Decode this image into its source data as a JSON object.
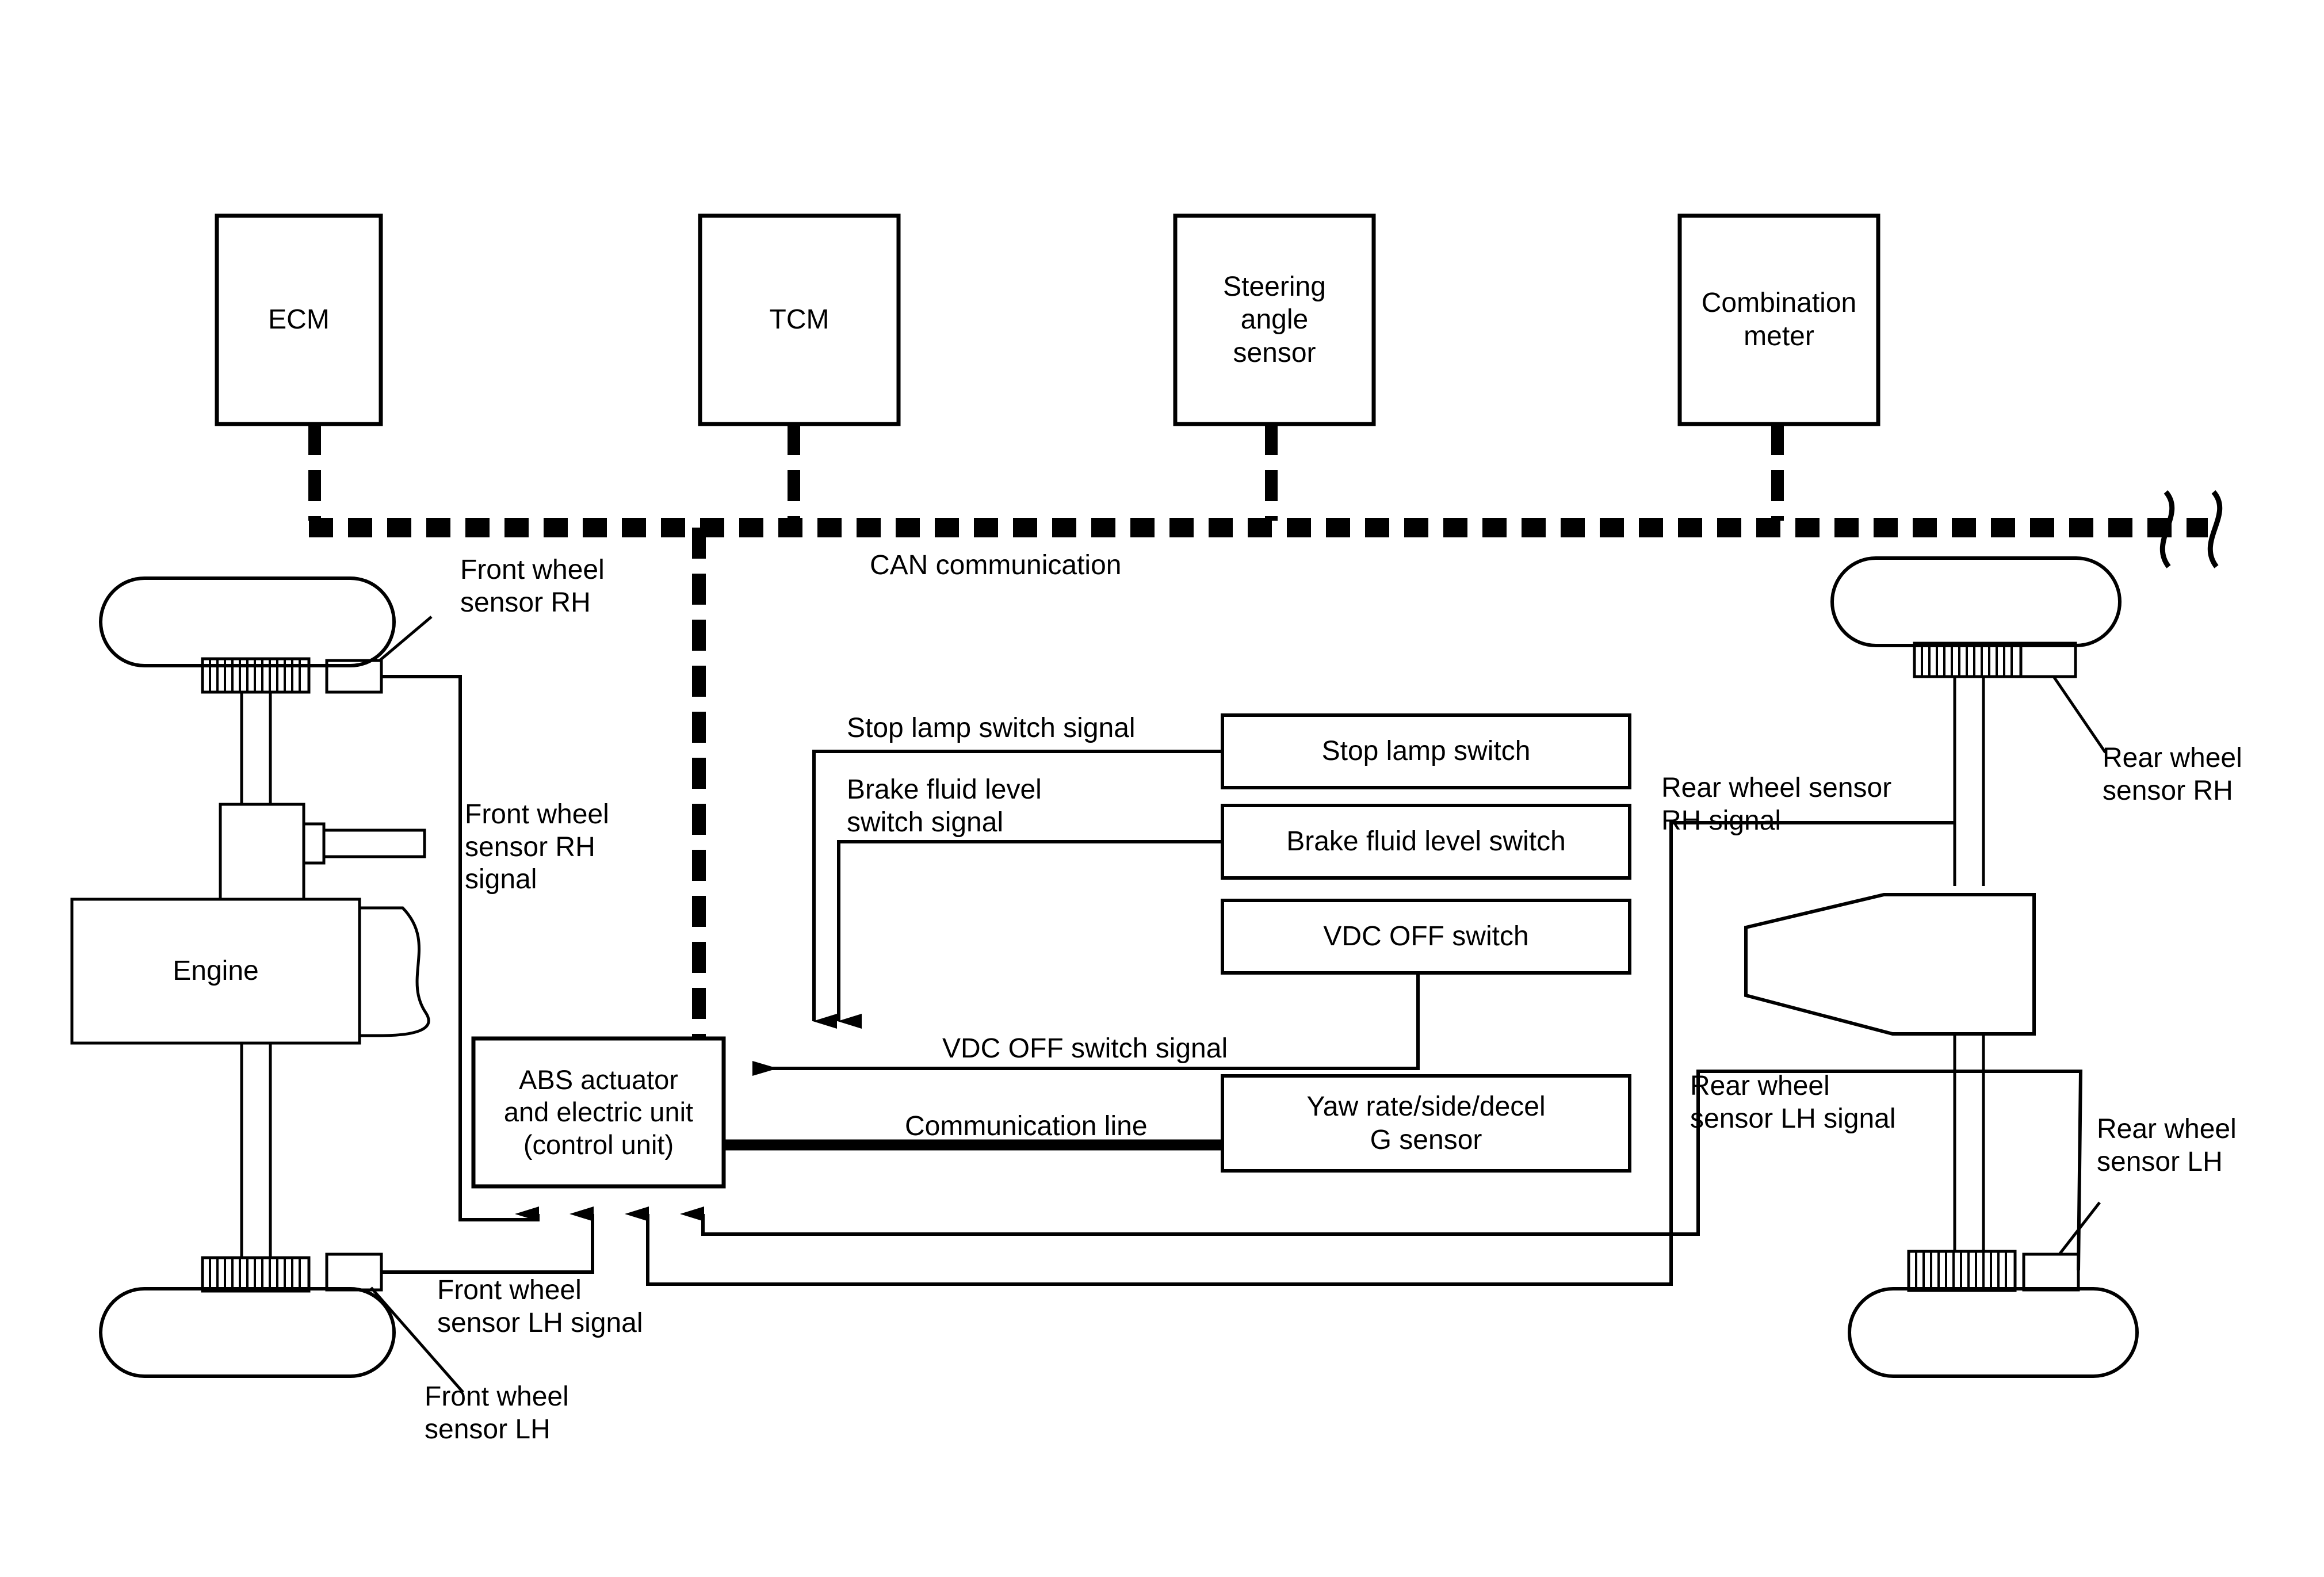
{
  "diagram": {
    "title": "VDC / ABS system component and signal block diagram",
    "bus": {
      "label": "CAN communication",
      "style": "dashed-thick-black",
      "break_symbol": "))"
    },
    "can_modules": [
      {
        "name": "ecm",
        "label": "ECM"
      },
      {
        "name": "tcm",
        "label": "TCM"
      },
      {
        "name": "steering-angle-sensor",
        "label": "Steering\nangle\nsensor"
      },
      {
        "name": "combination-meter",
        "label": "Combination\nmeter"
      }
    ],
    "control_unit": {
      "label": "ABS actuator\nand electric unit\n(control unit)"
    },
    "engine": {
      "label": "Engine"
    },
    "switch_boxes": [
      {
        "name": "stop-lamp-switch",
        "label": "Stop lamp switch"
      },
      {
        "name": "brake-fluid-level-switch",
        "label": "Brake fluid level switch"
      },
      {
        "name": "vdc-off-switch",
        "label": "VDC OFF switch"
      },
      {
        "name": "yaw-rate-g-sensor",
        "label": "Yaw rate/side/decel\nG sensor"
      }
    ],
    "signal_labels": [
      {
        "name": "stop-lamp-switch-signal",
        "label": "Stop lamp switch signal"
      },
      {
        "name": "brake-fluid-level-switch-signal",
        "label": "Brake fluid level\nswitch signal"
      },
      {
        "name": "vdc-off-switch-signal",
        "label": "VDC OFF switch signal"
      },
      {
        "name": "communication-line",
        "label": "Communication line"
      },
      {
        "name": "front-wheel-sensor-rh-signal",
        "label": "Front wheel\nsensor RH\nsignal"
      },
      {
        "name": "front-wheel-sensor-lh-signal",
        "label": "Front wheel\nsensor LH signal"
      },
      {
        "name": "rear-wheel-sensor-rh-signal",
        "label": "Rear wheel sensor\nRH signal"
      },
      {
        "name": "rear-wheel-sensor-lh-signal",
        "label": "Rear wheel\nsensor LH signal"
      }
    ],
    "sensor_callouts": [
      {
        "name": "front-wheel-sensor-rh",
        "label": "Front wheel\nsensor RH"
      },
      {
        "name": "front-wheel-sensor-lh",
        "label": "Front wheel\nsensor LH"
      },
      {
        "name": "rear-wheel-sensor-rh",
        "label": "Rear wheel\nsensor RH"
      },
      {
        "name": "rear-wheel-sensor-lh",
        "label": "Rear wheel\nsensor LH"
      }
    ],
    "colors": {
      "line": "#000000",
      "background": "#ffffff"
    }
  }
}
